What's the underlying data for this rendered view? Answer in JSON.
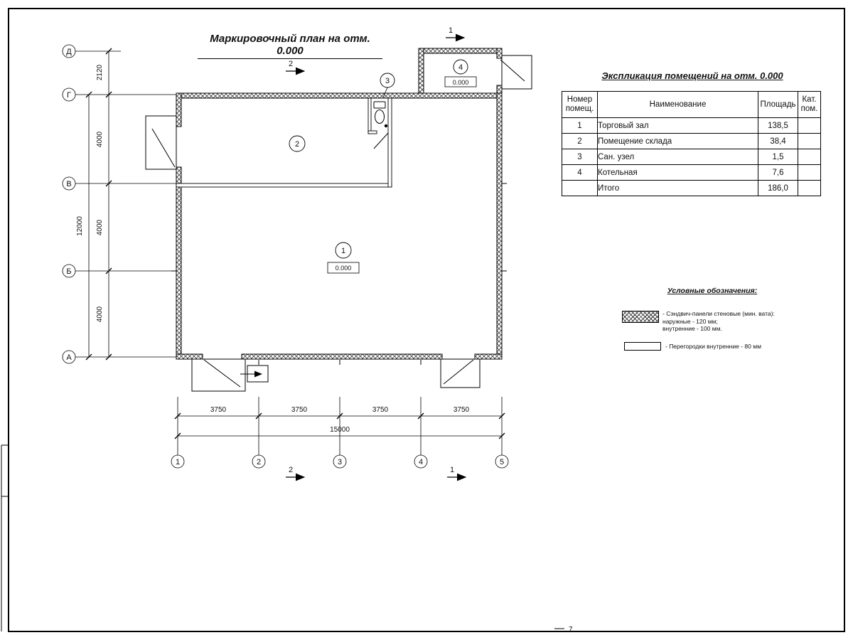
{
  "sheet": {
    "number": "7"
  },
  "plan": {
    "title": "Маркировочный план на отм. 0.000"
  },
  "axes": {
    "rows": [
      "Д",
      "Г",
      "В",
      "Б",
      "А"
    ],
    "cols": [
      "1",
      "2",
      "3",
      "4",
      "5"
    ]
  },
  "dims": {
    "left_total": "12000",
    "left_segments": [
      "2120",
      "4000",
      "4000",
      "4000"
    ],
    "bottom_segments": [
      "3750",
      "3750",
      "3750",
      "3750"
    ],
    "bottom_total": "15000"
  },
  "sections": {
    "mark1": "1",
    "mark2": "2"
  },
  "rooms": [
    {
      "number": "1",
      "elevation": "0.000"
    },
    {
      "number": "2"
    },
    {
      "number": "3"
    },
    {
      "number": "4",
      "elevation": "0.000"
    }
  ],
  "schedule": {
    "title": "Экспликация помещений на отм. 0.000",
    "header": {
      "num1": "Номер",
      "num2": "помещ.",
      "name": "Наименование",
      "area": "Площадь",
      "cat1": "Кат.",
      "cat2": "пом."
    },
    "rows": [
      {
        "num": "1",
        "name": "Торговый зал",
        "area": "138,5",
        "cat": ""
      },
      {
        "num": "2",
        "name": "Помещение склада",
        "area": "38,4",
        "cat": ""
      },
      {
        "num": "3",
        "name": "Сан. узел",
        "area": "1,5",
        "cat": ""
      },
      {
        "num": "4",
        "name": "Котельная",
        "area": "7,6",
        "cat": ""
      },
      {
        "num": "",
        "name": "Итого",
        "area": "186,0",
        "cat": ""
      }
    ]
  },
  "legend": {
    "title": "Условные обозначения:",
    "items": [
      {
        "name": "sandwich-panel",
        "lines": [
          "- Сэндвич-панели стеновые (мин. вата):",
          "наружные - 120 мм;",
          "внутренние - 100 мм."
        ]
      },
      {
        "name": "partition",
        "lines": [
          "- Перегородки внутренние - 80 мм"
        ]
      }
    ]
  }
}
